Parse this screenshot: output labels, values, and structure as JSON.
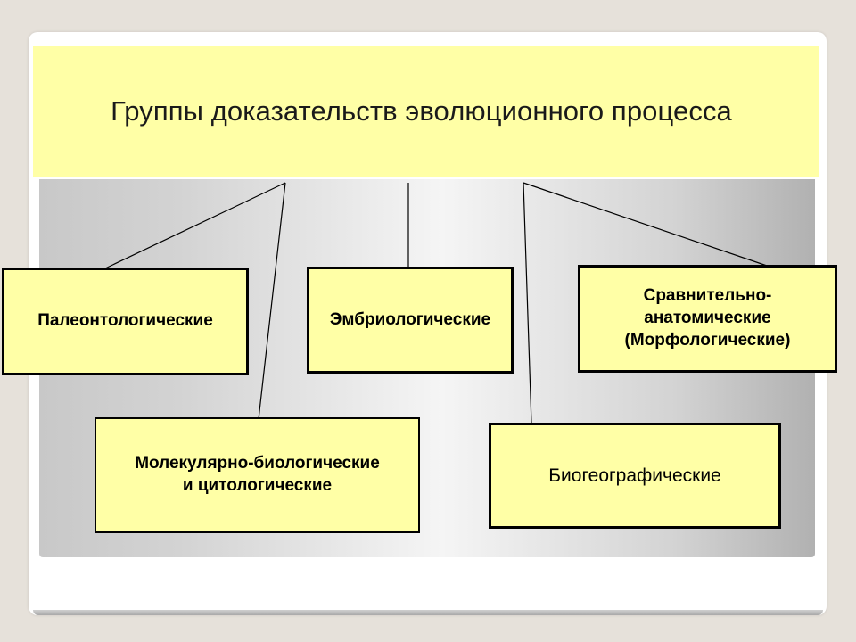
{
  "title": "Группы доказательств эволюционного процесса",
  "nodes": {
    "paleontological": "Палеонтологические",
    "embryological": "Эмбриологические",
    "comparative_anatomical": {
      "line1": "Сравнительно-",
      "line2": "анатомические",
      "line3": "(Морфологические)"
    },
    "molecular_biological": {
      "line1": "Молекулярно-биологические",
      "line2": "и цитологические"
    },
    "biogeographical": "Биогеографические"
  },
  "colors": {
    "box_fill": "#ffffa6",
    "border": "#000000",
    "background": "#e6e1da"
  }
}
